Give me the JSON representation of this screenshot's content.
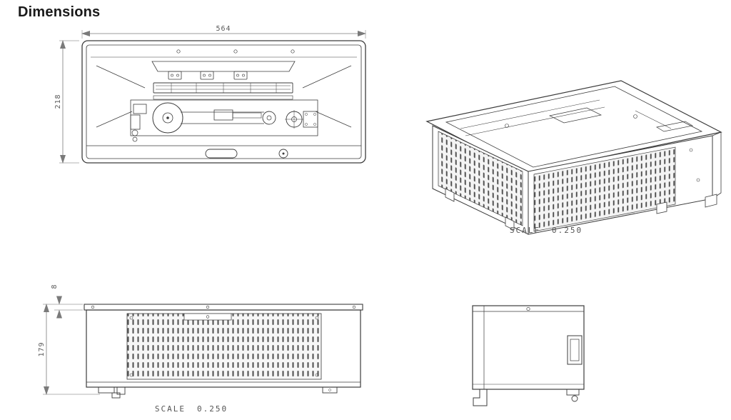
{
  "page": {
    "title": "Dimensions"
  },
  "views": {
    "top": {
      "name": "top-view",
      "dim_width": "564",
      "dim_height": "218"
    },
    "isometric": {
      "name": "isometric-view",
      "scale_label": "SCALE",
      "scale_value": "0.250"
    },
    "front": {
      "name": "front-view",
      "dim_lid_height": "8",
      "dim_body_height": "179",
      "scale_label": "SCALE",
      "scale_value": "0.250"
    },
    "side": {
      "name": "side-view"
    }
  },
  "colors": {
    "drawing_line": "#3c3c3c",
    "dimension_line": "#7a7a7a",
    "text": "#5a5a5a",
    "background": "#ffffff"
  }
}
